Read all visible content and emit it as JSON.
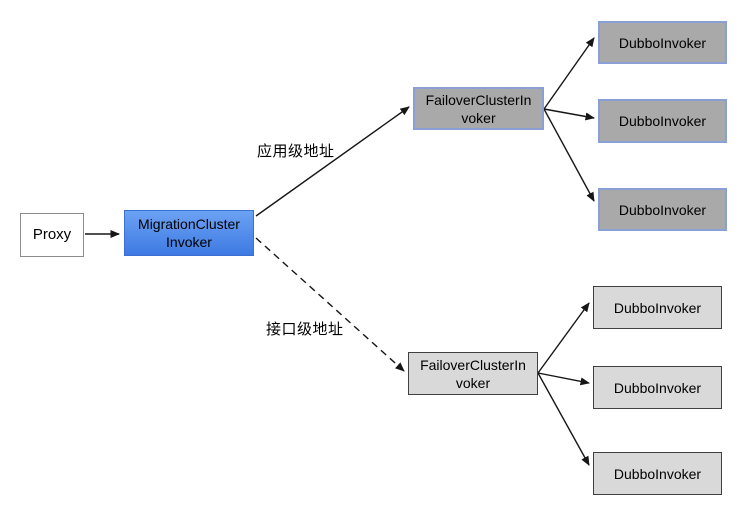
{
  "diagram": {
    "proxy": {
      "label": "Proxy"
    },
    "migration_cluster_invoker": {
      "line1": "MigrationCluster",
      "line2": "Invoker"
    },
    "app_level": {
      "edge_label": "应用级地址",
      "failover": {
        "line1": "FailoverClusterIn",
        "line2": "voker"
      },
      "invokers": [
        "DubboInvoker",
        "DubboInvoker",
        "DubboInvoker"
      ]
    },
    "interface_level": {
      "edge_label": "接口级地址",
      "failover": {
        "line1": "FailoverClusterIn",
        "line2": "voker"
      },
      "invokers": [
        "DubboInvoker",
        "DubboInvoker",
        "DubboInvoker"
      ]
    }
  },
  "colors": {
    "migration-fill-top": "#6ca2f3",
    "migration-fill-bottom": "#3e7ae3",
    "migration-border": "#3c6fd1",
    "app-node-fill": "#a9a9a9",
    "app-node-border": "#8a9fd6",
    "interface-node-fill": "#d9d9d9",
    "interface-node-border": "#404040",
    "proxy-border": "#8c8c8c",
    "edge-stroke": "#161616"
  }
}
